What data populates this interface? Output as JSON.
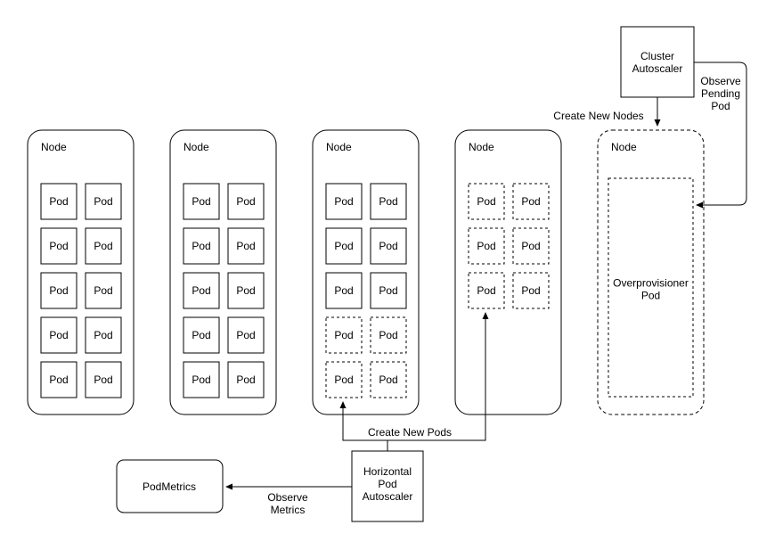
{
  "nodes": [
    {
      "label": "Node",
      "style": "solid",
      "pods": [
        [
          "Pod",
          "solid"
        ],
        [
          "Pod",
          "solid"
        ],
        [
          "Pod",
          "solid"
        ],
        [
          "Pod",
          "solid"
        ],
        [
          "Pod",
          "solid"
        ],
        [
          "Pod",
          "solid"
        ],
        [
          "Pod",
          "solid"
        ],
        [
          "Pod",
          "solid"
        ],
        [
          "Pod",
          "solid"
        ],
        [
          "Pod",
          "solid"
        ]
      ]
    },
    {
      "label": "Node",
      "style": "solid",
      "pods": [
        [
          "Pod",
          "solid"
        ],
        [
          "Pod",
          "solid"
        ],
        [
          "Pod",
          "solid"
        ],
        [
          "Pod",
          "solid"
        ],
        [
          "Pod",
          "solid"
        ],
        [
          "Pod",
          "solid"
        ],
        [
          "Pod",
          "solid"
        ],
        [
          "Pod",
          "solid"
        ],
        [
          "Pod",
          "solid"
        ],
        [
          "Pod",
          "solid"
        ]
      ]
    },
    {
      "label": "Node",
      "style": "solid",
      "pods": [
        [
          "Pod",
          "solid"
        ],
        [
          "Pod",
          "solid"
        ],
        [
          "Pod",
          "solid"
        ],
        [
          "Pod",
          "solid"
        ],
        [
          "Pod",
          "solid"
        ],
        [
          "Pod",
          "solid"
        ],
        [
          "Pod",
          "dashed"
        ],
        [
          "Pod",
          "dashed"
        ],
        [
          "Pod",
          "dashed"
        ],
        [
          "Pod",
          "dashed"
        ]
      ]
    },
    {
      "label": "Node",
      "style": "solid",
      "pods": [
        [
          "Pod",
          "dashed"
        ],
        [
          "Pod",
          "dashed"
        ],
        [
          "Pod",
          "dashed"
        ],
        [
          "Pod",
          "dashed"
        ],
        [
          "Pod",
          "dashed"
        ],
        [
          "Pod",
          "dashed"
        ]
      ]
    },
    {
      "label": "Node",
      "style": "dashed",
      "inner": [
        "Overprovisioner",
        "Pod"
      ]
    }
  ],
  "cluster_autoscaler": [
    "Cluster",
    "Autoscaler"
  ],
  "hpa": [
    "Horizontal",
    "Pod",
    "Autoscaler"
  ],
  "pod_metrics": "PodMetrics",
  "edges": {
    "create_new_nodes": "Create New Nodes",
    "observe_pending_pod": [
      "Observe",
      "Pending",
      "Pod"
    ],
    "create_new_pods": "Create New Pods",
    "observe_metrics": [
      "Observe",
      "Metrics"
    ]
  },
  "colors": {
    "stroke": "#000000",
    "fill": "#ffffff",
    "text": "#000000"
  }
}
